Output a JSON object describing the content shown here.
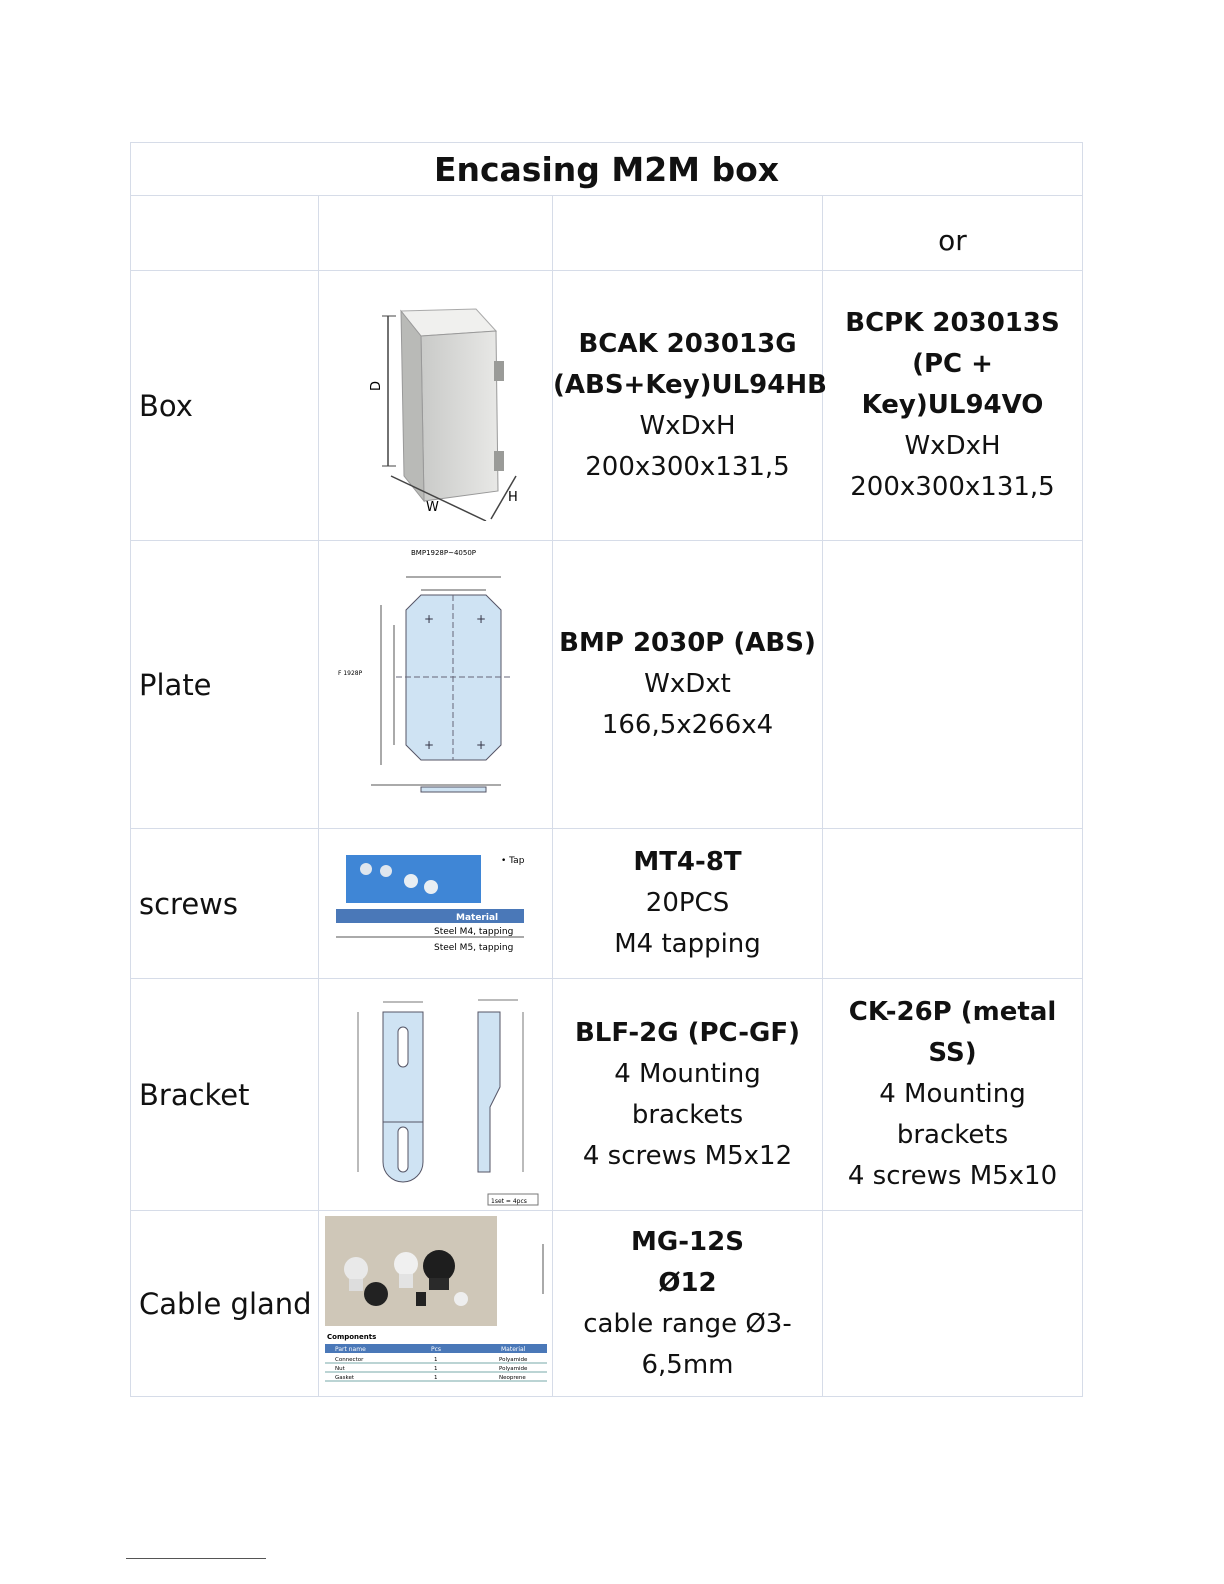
{
  "title": "Encasing M2M box",
  "header": {
    "or_label": "or"
  },
  "rows": [
    {
      "label": "Box",
      "option1": [
        "BCAK 203013G",
        "(ABS+Key)UL94HB",
        "WxDxH",
        "200x300x131,5"
      ],
      "option1_bold": 2,
      "option2": [
        "BCPK 203013S",
        "(PC + Key)UL94VO",
        "WxDxH",
        "200x300x131,5"
      ],
      "option2_bold": 2,
      "image_text": {
        "d": "D",
        "w": "W",
        "h": "H"
      }
    },
    {
      "label": "Plate",
      "option1": [
        "BMP 2030P (ABS)",
        "WxDxt",
        "166,5x266x4"
      ],
      "option1_bold": 1,
      "image_text": {
        "caption": "BMP1928P~4050P",
        "side": "F 1928P"
      }
    },
    {
      "label": "screws",
      "option1": [
        "MT4-8T",
        "20PCS",
        "M4 tapping"
      ],
      "option1_bold": 1,
      "image_text": {
        "tag": "• Tap",
        "header": "Material",
        "row1": "Steel M4, tapping",
        "row2": "Steel M5, tapping"
      }
    },
    {
      "label": "Bracket",
      "option1": [
        "BLF-2G (PC-GF)",
        "4 Mounting",
        "brackets",
        "4 screws M5x12"
      ],
      "option1_bold": 1,
      "option2": [
        "CK-26P (metal SS)",
        "4 Mounting",
        "brackets",
        "4 screws M5x10"
      ],
      "option2_bold": 1,
      "image_text": {
        "badge": "1set = 4pcs"
      }
    },
    {
      "label": "Cable gland",
      "option1": [
        "MG-12S",
        "Ø12",
        "cable range Ø3-",
        "6,5mm"
      ],
      "option1_bold": 2,
      "image_text": {
        "components": "Components",
        "table_header": [
          "Part name",
          "Pcs",
          "Material"
        ],
        "table_rows": [
          [
            "Connector",
            "1",
            "Polyamide"
          ],
          [
            "Nut",
            "1",
            "Polyamide"
          ],
          [
            "Gasket",
            "1",
            "Neoprene"
          ]
        ]
      }
    }
  ]
}
